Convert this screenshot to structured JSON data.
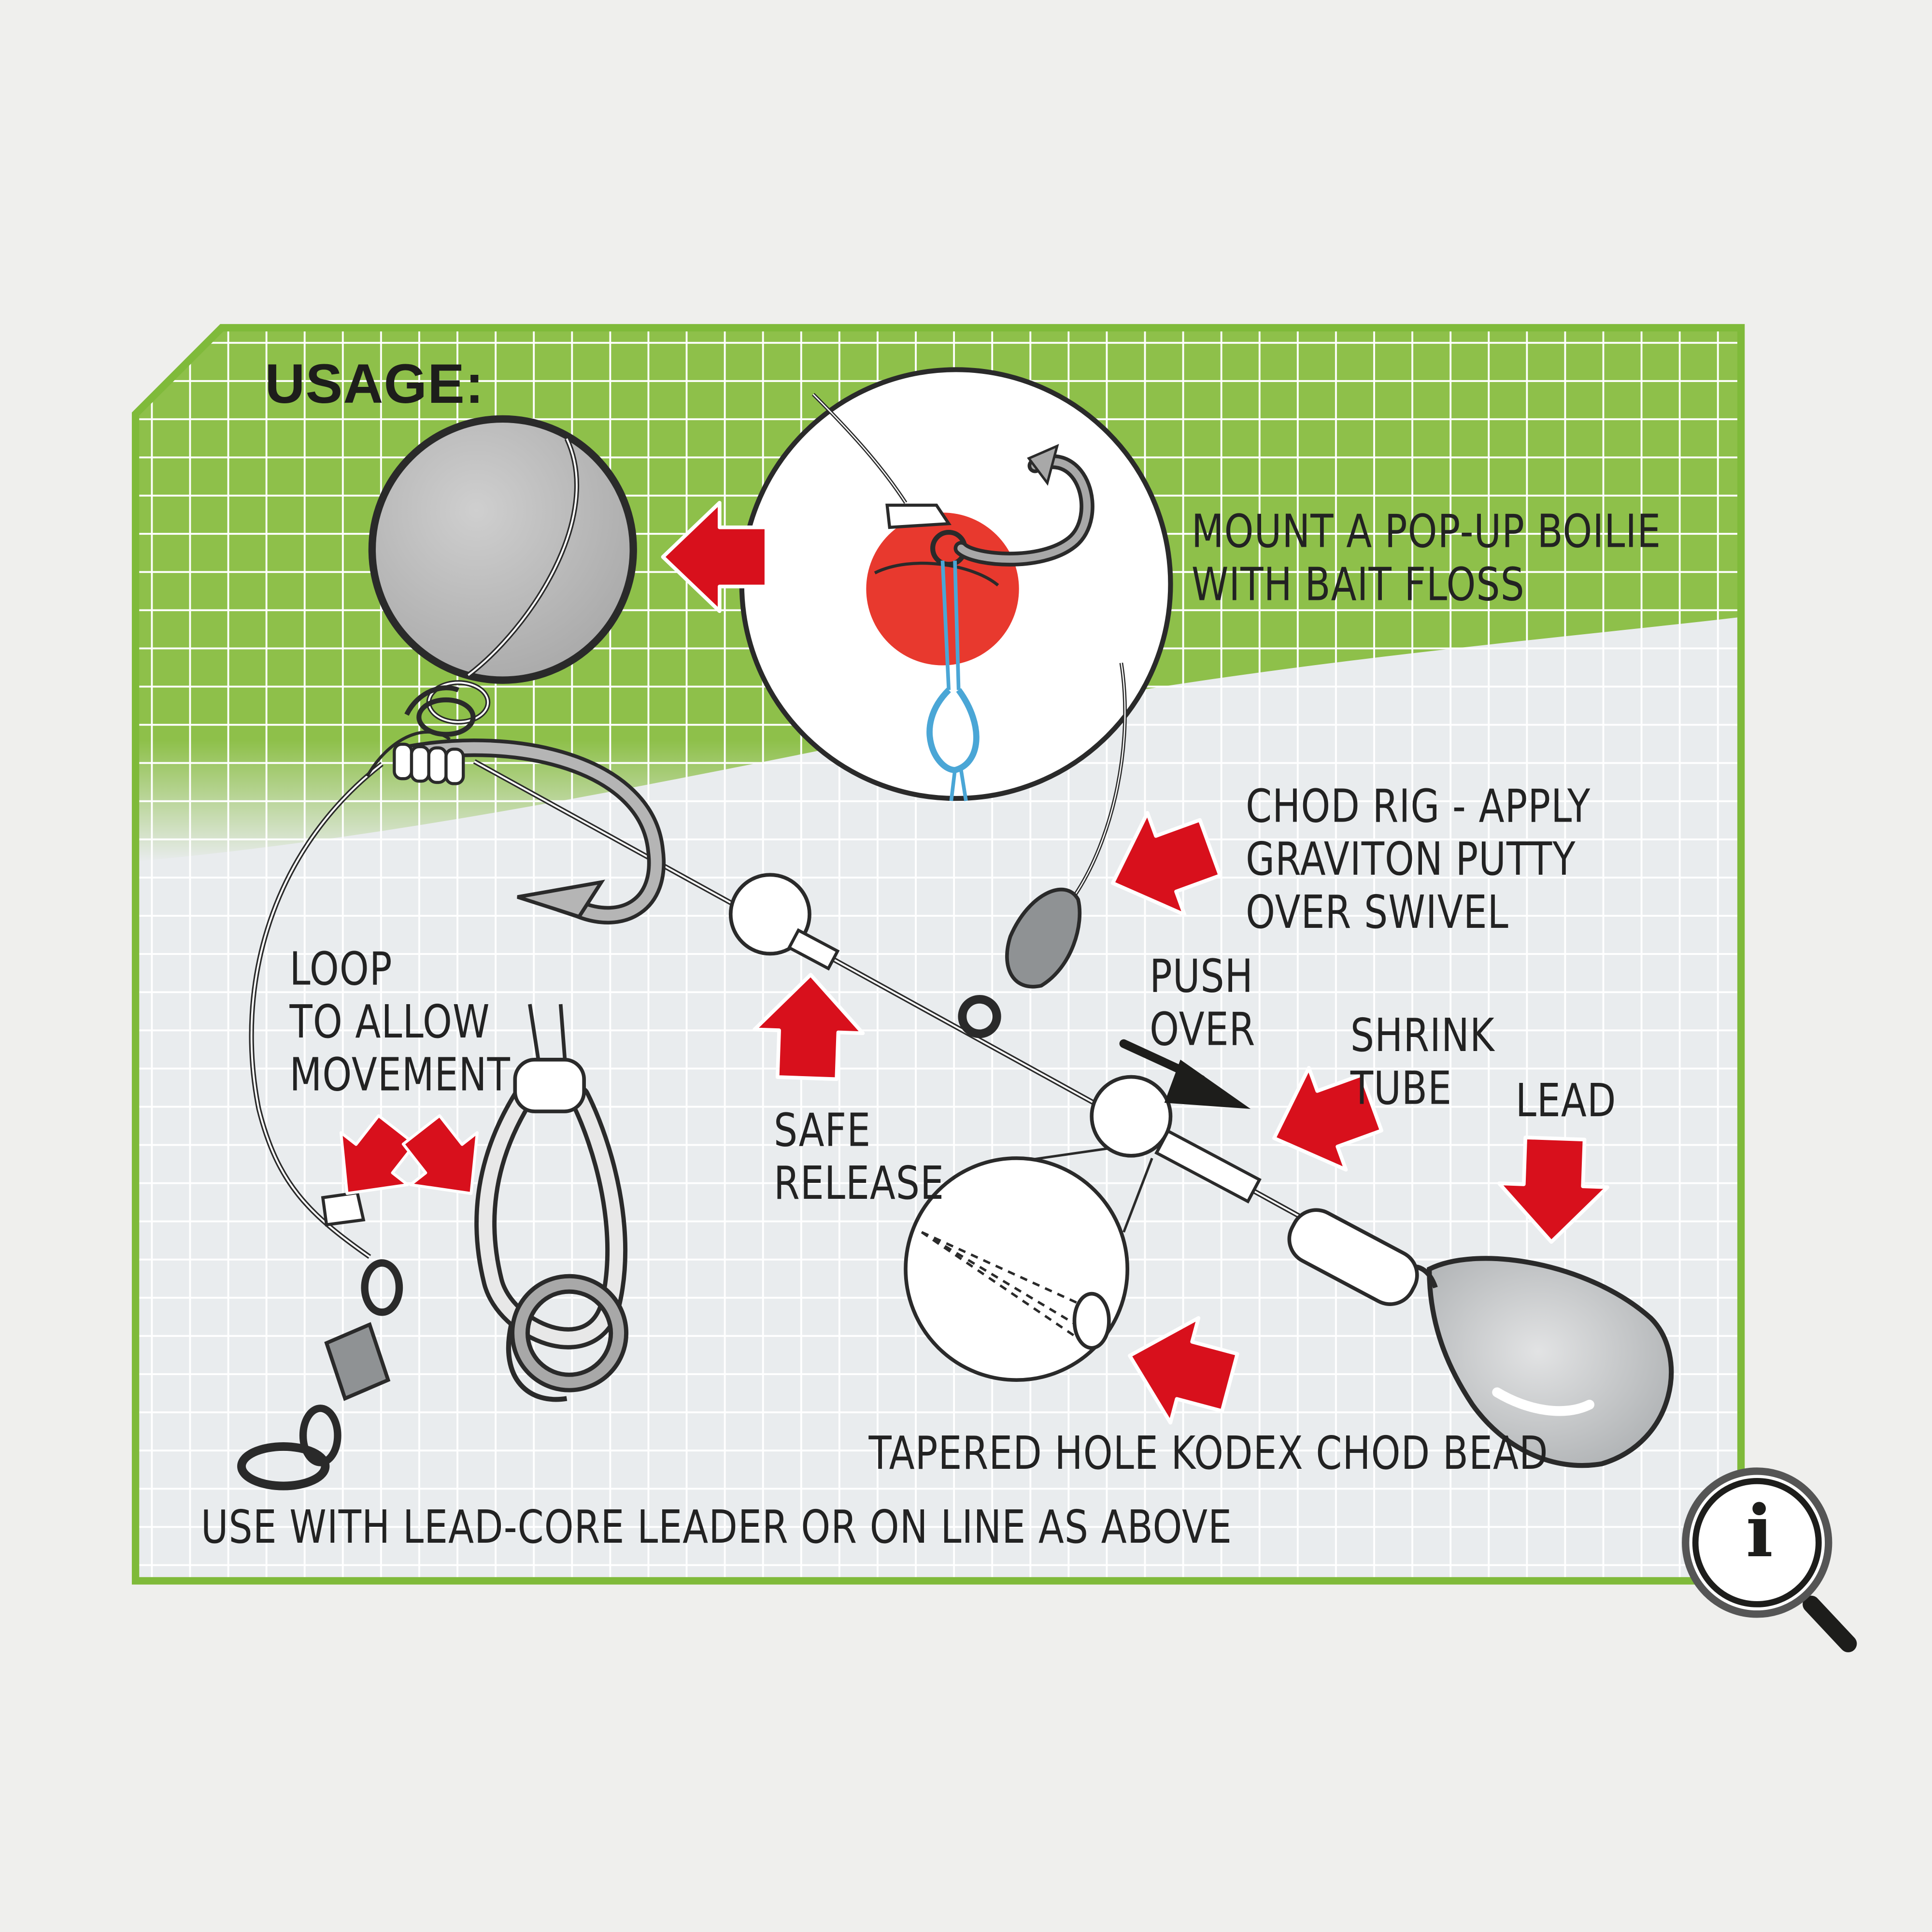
{
  "title": "USAGE:",
  "labels": {
    "mount": "MOUNT A POP-UP BOILIE\nWITH BAIT FLOSS",
    "chod": "CHOD RIG - APPLY\nGRAVITON PUTTY\nOVER SWIVEL",
    "push": "PUSH\nOVER",
    "shrink": "SHRINK\nTUBE",
    "lead": "LEAD",
    "loop": "LOOP\nTO ALLOW\nMOVEMENT",
    "safe": "SAFE\nRELEASE",
    "tapered": "TAPERED HOLE KODEX CHOD BEAD",
    "use": "USE WITH LEAD-CORE LEADER OR ON LINE AS ABOVE"
  },
  "info_badge": {
    "glyph": "i",
    "icon": "magnifier-info-icon"
  },
  "colors": {
    "panel_green": "#8dbf45",
    "panel_border": "#7fba3a",
    "grid_background": "#e9ecee",
    "arrow_red": "#d8101c",
    "boilie_red": "#e8392e",
    "floss_blue": "#4aa6d6",
    "lead_grey": "#c4c6c8",
    "ball_grey": "#b9b9b9"
  }
}
